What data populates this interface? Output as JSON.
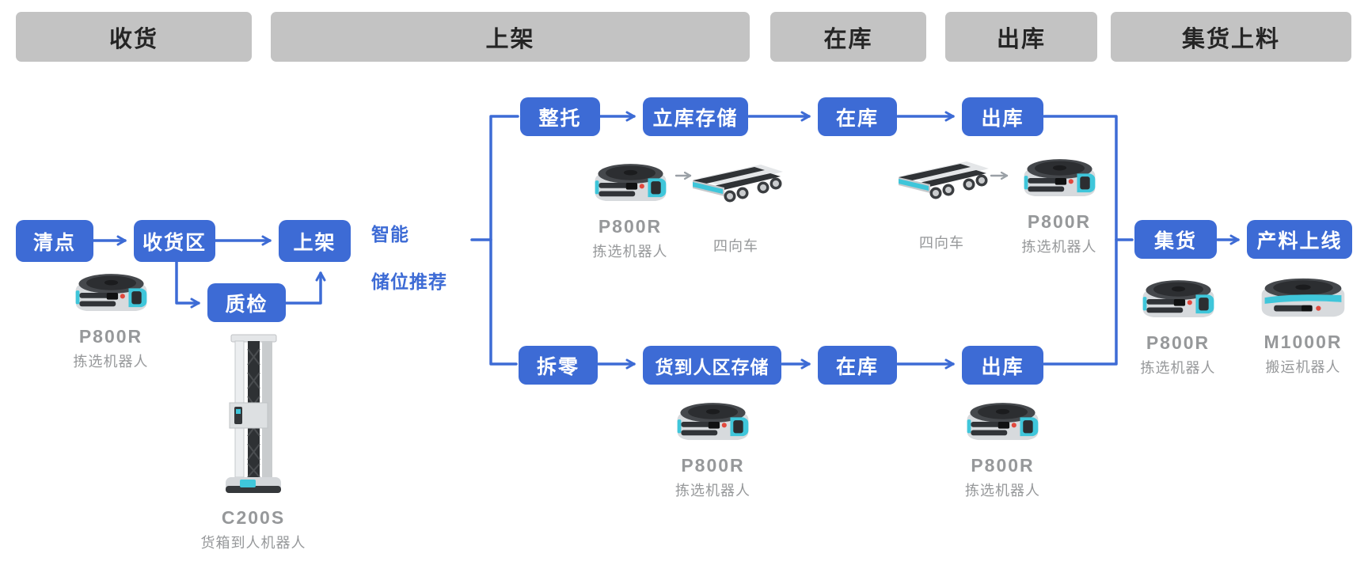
{
  "stages": [
    {
      "label": "收货"
    },
    {
      "label": "上架"
    },
    {
      "label": "在库"
    },
    {
      "label": "出库"
    },
    {
      "label": "集货上料"
    }
  ],
  "nodes": {
    "count": "清点",
    "receiving_area": "收货区",
    "putaway": "上架",
    "qc": "质检",
    "full_pallet": "整托",
    "asrs_storage": "立库存储",
    "in_stock_top": "在库",
    "outbound_top": "出库",
    "break_case": "拆零",
    "g2p_storage": "货到人区存储",
    "in_stock_bottom": "在库",
    "outbound_bottom": "出库",
    "consolidation": "集货",
    "material_online": "产料上线"
  },
  "smart_slot": {
    "line1": "智能",
    "line2": "储位推荐"
  },
  "robots": {
    "p800r_model": "P800R",
    "p800r_type": "拣选机器人",
    "c200s_model": "C200S",
    "c200s_type": "货箱到人机器人",
    "shuttle_label": "四向车",
    "m1000r_model": "M1000R",
    "m1000r_type": "搬运机器人"
  },
  "colors": {
    "accent_blue": "#3d6bd5",
    "header_gray": "#c3c3c3",
    "teal": "#3fc6da",
    "label_gray": "#96989a"
  }
}
